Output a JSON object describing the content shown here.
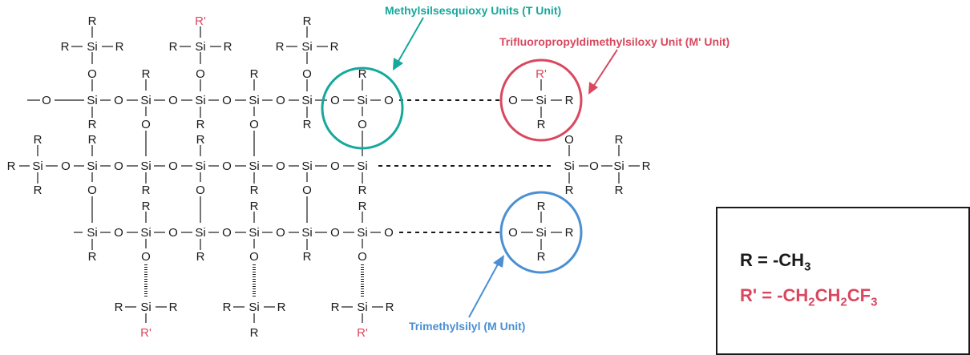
{
  "atoms": {
    "si": "Si",
    "o": "O",
    "r": "R",
    "rprime": "R'"
  },
  "labels": {
    "t_unit": "Methylsilsesquioxy Units (T Unit)",
    "m_prime_unit": "Trifluoropropyldimethylsiloxy Unit (M' Unit)",
    "m_unit": "Trimethylsilyl (M Unit)"
  },
  "legend": {
    "r_name": "R = -CH",
    "r_sub": "3",
    "rp_name": "R' = -CH",
    "rp_sub1": "2",
    "rp_mid1": "CH",
    "rp_sub2": "2",
    "rp_mid2": "CF",
    "rp_sub3": "3"
  },
  "colors": {
    "t_unit": "#16a89c",
    "m_prime_unit": "#d9485f",
    "m_unit": "#4a8fd4",
    "rprime": "#d9485f",
    "text": "#1a1a1a"
  }
}
